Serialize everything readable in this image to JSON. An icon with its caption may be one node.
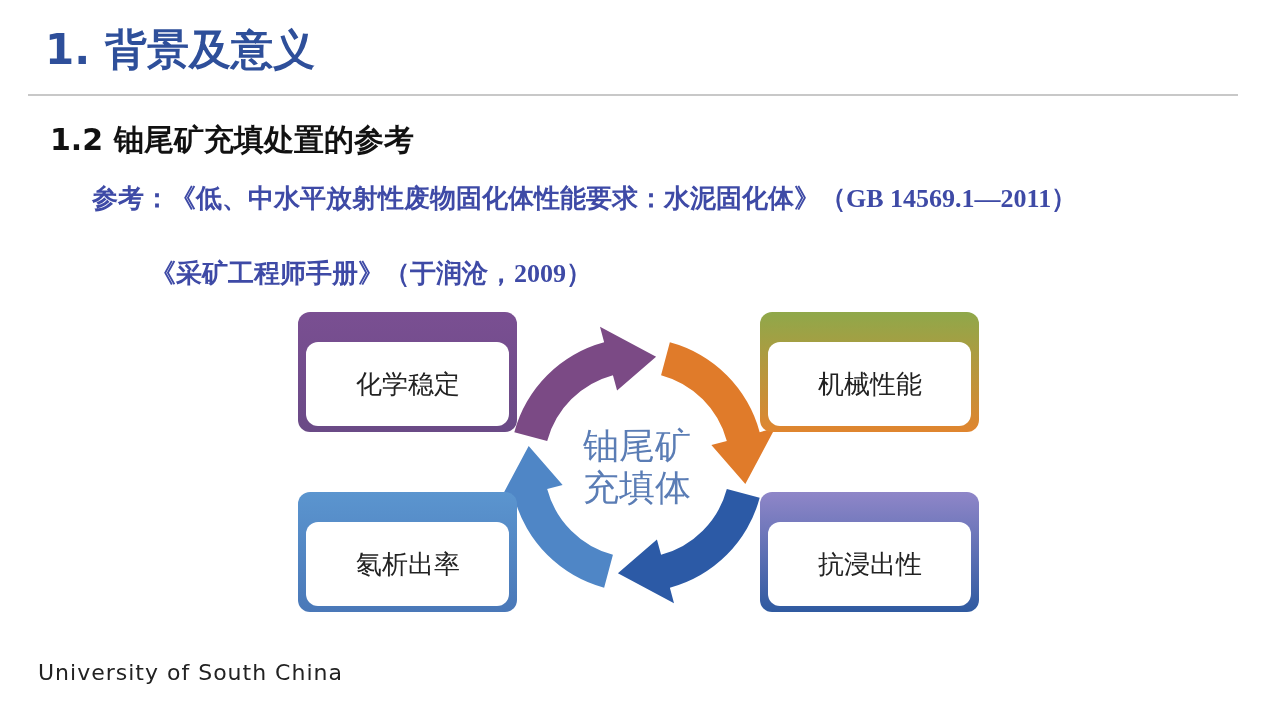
{
  "diagram": {
    "title": "1. 背景及意义",
    "nodes": [
      {
        "text": [
          "化学稳定"
        ]
      },
      {
        "text": [
          "机械性能"
        ]
      },
      {
        "text": [
          "铀尾矿充填体"
        ]
      },
      {
        "text": [
          "氡析出率"
        ]
      },
      {
        "text": [
          "抗浸出性"
        ]
      }
    ],
    "labels": [
      "1.2 铀尾矿充填处置的参考",
      "参考：《低、中水平放射性废物固化体性能要求：水泥固化体》（GB 14569.1—2011）",
      "《采矿工程师手册》（于润沧，2009）",
      "University of South China"
    ]
  }
}
